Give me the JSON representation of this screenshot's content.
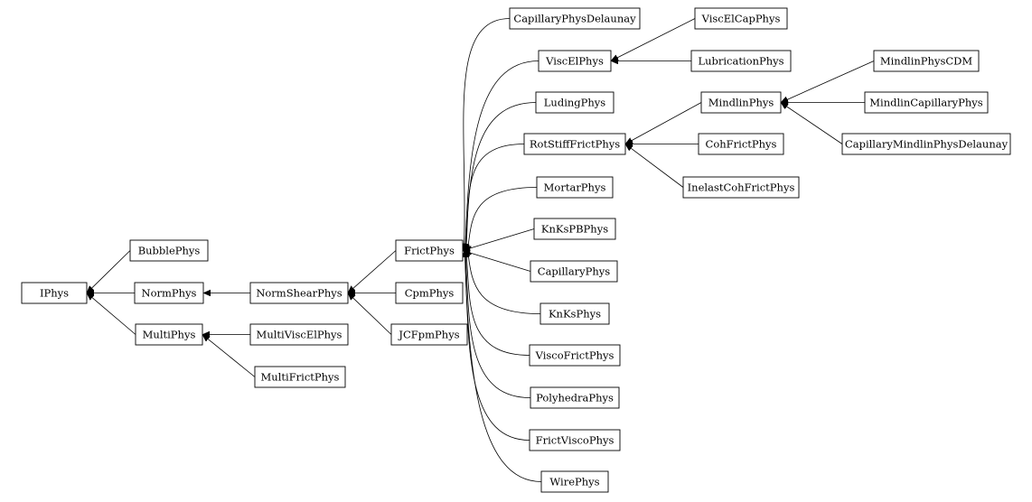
{
  "nodes": [
    {
      "id": "IPhys",
      "label": "IPhys"
    },
    {
      "id": "BubblePhys",
      "label": "BubblePhys"
    },
    {
      "id": "NormPhys",
      "label": "NormPhys"
    },
    {
      "id": "MultiPhys",
      "label": "MultiPhys"
    },
    {
      "id": "NormShearPhys",
      "label": "NormShearPhys"
    },
    {
      "id": "MultiViscElPhys",
      "label": "MultiViscElPhys"
    },
    {
      "id": "MultiFrictPhys",
      "label": "MultiFrictPhys"
    },
    {
      "id": "FrictPhys",
      "label": "FrictPhys"
    },
    {
      "id": "CpmPhys",
      "label": "CpmPhys"
    },
    {
      "id": "JCFpmPhys",
      "label": "JCFpmPhys"
    },
    {
      "id": "CapillaryPhysDelaunay",
      "label": "CapillaryPhysDelaunay"
    },
    {
      "id": "ViscElPhys",
      "label": "ViscElPhys"
    },
    {
      "id": "LudingPhys",
      "label": "LudingPhys"
    },
    {
      "id": "RotStiffFrictPhys",
      "label": "RotStiffFrictPhys"
    },
    {
      "id": "MortarPhys",
      "label": "MortarPhys"
    },
    {
      "id": "KnKsPBPhys",
      "label": "KnKsPBPhys"
    },
    {
      "id": "CapillaryPhys",
      "label": "CapillaryPhys"
    },
    {
      "id": "KnKsPhys",
      "label": "KnKsPhys"
    },
    {
      "id": "ViscoFrictPhys",
      "label": "ViscoFrictPhys"
    },
    {
      "id": "PolyhedraPhys",
      "label": "PolyhedraPhys"
    },
    {
      "id": "FrictViscoPhys",
      "label": "FrictViscoPhys"
    },
    {
      "id": "WirePhys",
      "label": "WirePhys"
    },
    {
      "id": "ViscElCapPhys",
      "label": "ViscElCapPhys"
    },
    {
      "id": "LubricationPhys",
      "label": "LubricationPhys"
    },
    {
      "id": "MindlinPhys",
      "label": "MindlinPhys"
    },
    {
      "id": "CohFrictPhys",
      "label": "CohFrictPhys"
    },
    {
      "id": "InelastCohFrictPhys",
      "label": "InelastCohFrictPhys"
    },
    {
      "id": "MindlinPhysCDM",
      "label": "MindlinPhysCDM"
    },
    {
      "id": "MindlinCapillaryPhys",
      "label": "MindlinCapillaryPhys"
    },
    {
      "id": "CapillaryMindlinPhysDelaunay",
      "label": "CapillaryMindlinPhysDelaunay"
    }
  ],
  "edges": [
    {
      "child": "BubblePhys",
      "parent": "IPhys"
    },
    {
      "child": "NormPhys",
      "parent": "IPhys"
    },
    {
      "child": "MultiPhys",
      "parent": "IPhys"
    },
    {
      "child": "NormShearPhys",
      "parent": "NormPhys"
    },
    {
      "child": "MultiViscElPhys",
      "parent": "MultiPhys"
    },
    {
      "child": "MultiFrictPhys",
      "parent": "MultiPhys"
    },
    {
      "child": "FrictPhys",
      "parent": "NormShearPhys"
    },
    {
      "child": "CpmPhys",
      "parent": "NormShearPhys"
    },
    {
      "child": "JCFpmPhys",
      "parent": "NormShearPhys"
    },
    {
      "child": "CapillaryPhysDelaunay",
      "parent": "FrictPhys"
    },
    {
      "child": "ViscElPhys",
      "parent": "FrictPhys"
    },
    {
      "child": "LudingPhys",
      "parent": "FrictPhys"
    },
    {
      "child": "RotStiffFrictPhys",
      "parent": "FrictPhys"
    },
    {
      "child": "MortarPhys",
      "parent": "FrictPhys"
    },
    {
      "child": "KnKsPBPhys",
      "parent": "FrictPhys"
    },
    {
      "child": "CapillaryPhys",
      "parent": "FrictPhys"
    },
    {
      "child": "KnKsPhys",
      "parent": "FrictPhys"
    },
    {
      "child": "ViscoFrictPhys",
      "parent": "FrictPhys"
    },
    {
      "child": "PolyhedraPhys",
      "parent": "FrictPhys"
    },
    {
      "child": "FrictViscoPhys",
      "parent": "FrictPhys"
    },
    {
      "child": "WirePhys",
      "parent": "FrictPhys"
    },
    {
      "child": "ViscElCapPhys",
      "parent": "ViscElPhys"
    },
    {
      "child": "LubricationPhys",
      "parent": "ViscElPhys"
    },
    {
      "child": "MindlinPhys",
      "parent": "RotStiffFrictPhys"
    },
    {
      "child": "CohFrictPhys",
      "parent": "RotStiffFrictPhys"
    },
    {
      "child": "InelastCohFrictPhys",
      "parent": "RotStiffFrictPhys"
    },
    {
      "child": "MindlinPhysCDM",
      "parent": "MindlinPhys"
    },
    {
      "child": "MindlinCapillaryPhys",
      "parent": "MindlinPhys"
    },
    {
      "child": "CapillaryMindlinPhysDelaunay",
      "parent": "MindlinPhys"
    }
  ],
  "colors": {
    "stroke": "#000000",
    "fill": "#ffffff",
    "text": "#000000"
  }
}
